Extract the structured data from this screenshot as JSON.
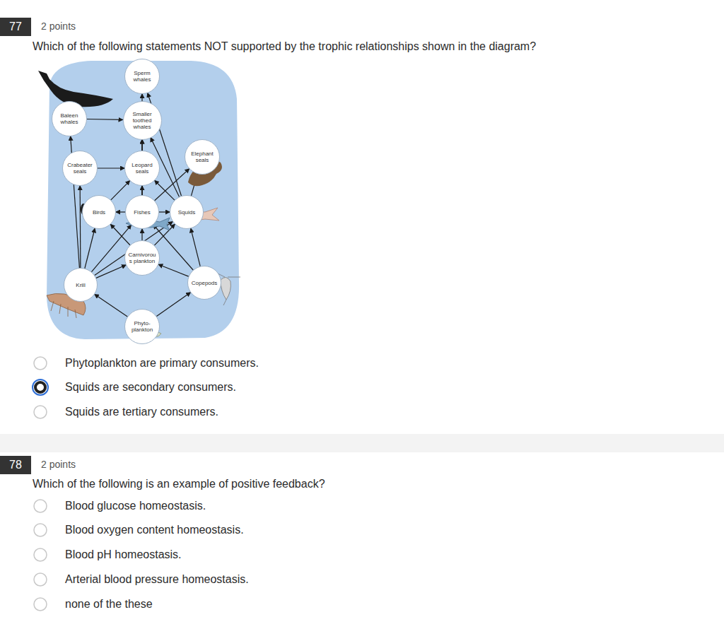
{
  "diagram": {
    "nodes": [
      {
        "text": [
          "77"
        ]
      },
      {
        "text": [
          "Sperm whales"
        ]
      },
      {
        "text": [
          "Baleen whales"
        ]
      },
      {
        "text": [
          "Smaller toothed whales"
        ]
      },
      {
        "text": [
          "Crabeater seals"
        ]
      },
      {
        "text": [
          "Leopard seals"
        ]
      },
      {
        "text": [
          "Elephant seals"
        ]
      },
      {
        "text": [
          "Birds"
        ]
      },
      {
        "text": [
          "Fishes"
        ]
      },
      {
        "text": [
          "Squids"
        ]
      },
      {
        "text": [
          "Carnivorous plankton"
        ]
      },
      {
        "text": [
          "Krill"
        ]
      },
      {
        "text": [
          "Copepods"
        ]
      },
      {
        "text": [
          "Phyto- plankton"
        ]
      },
      {
        "text": [
          "78"
        ]
      }
    ],
    "edges": [
      {
        "from": 13,
        "to": 11,
        "arrow": "to"
      },
      {
        "from": 13,
        "to": 12,
        "arrow": "to"
      },
      {
        "from": 12,
        "to": 10,
        "arrow": "to"
      },
      {
        "from": 11,
        "to": 10,
        "arrow": "to"
      },
      {
        "from": 10,
        "to": 8,
        "arrow": "to"
      },
      {
        "from": 10,
        "to": 9,
        "arrow": "to"
      },
      {
        "from": 10,
        "to": 7,
        "arrow": "to"
      },
      {
        "from": 11,
        "to": 2,
        "arrow": "to"
      },
      {
        "from": 11,
        "to": 4,
        "arrow": "to"
      },
      {
        "from": 11,
        "to": 7,
        "arrow": "to"
      },
      {
        "from": 11,
        "to": 8,
        "arrow": "to"
      },
      {
        "from": 11,
        "to": 9,
        "arrow": "to"
      },
      {
        "from": 12,
        "to": 8,
        "arrow": "to"
      },
      {
        "from": 12,
        "to": 9,
        "arrow": "to"
      },
      {
        "from": 8,
        "to": 9,
        "arrow": "to"
      },
      {
        "from": 8,
        "to": 7,
        "arrow": "to"
      },
      {
        "from": 8,
        "to": 5,
        "arrow": "to"
      },
      {
        "from": 8,
        "to": 6,
        "arrow": "to"
      },
      {
        "from": 8,
        "to": 3,
        "arrow": "to"
      },
      {
        "from": 8,
        "to": 1,
        "arrow": "to"
      },
      {
        "from": 9,
        "to": 6,
        "arrow": "to"
      },
      {
        "from": 9,
        "to": 3,
        "arrow": "to"
      },
      {
        "from": 9,
        "to": 1,
        "arrow": "to"
      },
      {
        "from": 9,
        "to": 5,
        "arrow": "to"
      },
      {
        "from": 7,
        "to": 5,
        "arrow": "to"
      },
      {
        "from": 4,
        "to": 5,
        "arrow": "to"
      },
      {
        "from": 5,
        "to": 3,
        "arrow": "to"
      },
      {
        "from": 2,
        "to": 3,
        "arrow": "to"
      }
    ],
    "labels": [
      "2 points",
      "Which of the following statements NOT supported by the trophic relationships shown in the diagram?",
      "Phytoplankton are primary consumers.",
      "Squids are secondary consumers.",
      "Squids are tertiary consumers.",
      "2 points",
      "Which of the following is an example of positive feedback?",
      "Blood glucose homeostasis.",
      "Blood oxygen content homeostasis.",
      "Blood pH homeostasis.",
      "Arterial blood pressure homeostasis.",
      "none of the these"
    ]
  }
}
